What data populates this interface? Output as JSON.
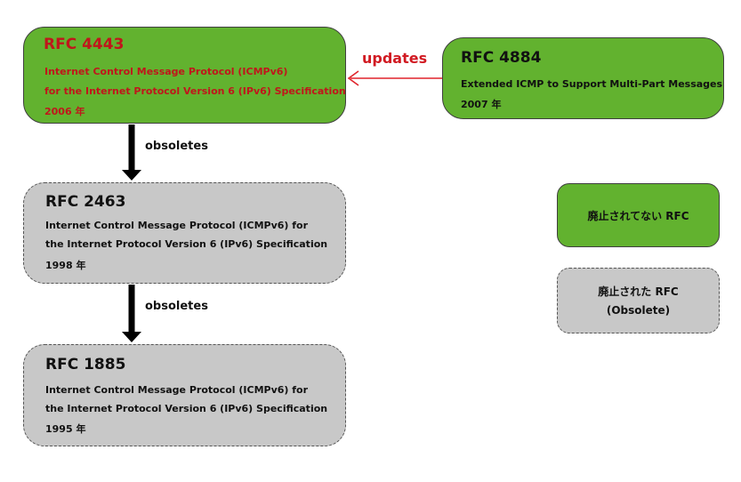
{
  "nodes": {
    "rfc4443": {
      "title": "RFC 4443",
      "line1": "Internet Control Message Protocol (ICMPv6)",
      "line2": "for the Internet Protocol Version 6 (IPv6) Specification",
      "year": "2006 年"
    },
    "rfc4884": {
      "title": "RFC 4884",
      "line1": "Extended ICMP to Support Multi-Part Messages",
      "year": "2007 年"
    },
    "rfc2463": {
      "title": "RFC 2463",
      "line1": "Internet Control Message Protocol (ICMPv6) for",
      "line2": "the Internet Protocol Version 6 (IPv6) Specification",
      "year": "1998 年"
    },
    "rfc1885": {
      "title": "RFC 1885",
      "line1": "Internet Control Message Protocol (ICMPv6) for",
      "line2": "the Internet Protocol Version 6 (IPv6) Specification",
      "year": "1995 年"
    }
  },
  "edges": {
    "updates": "updates",
    "obsoletes_1": "obsoletes",
    "obsoletes_2": "obsoletes"
  },
  "legend": {
    "active": "廃止されてない RFC",
    "obsolete_line1": "廃止された RFC",
    "obsolete_line2": "(Obsolete)"
  },
  "colors": {
    "active_fill": "#62b22f",
    "obsolete_fill": "#c8c8c8",
    "highlight_text": "#c0161b",
    "updates_arrow": "#e0242b"
  }
}
